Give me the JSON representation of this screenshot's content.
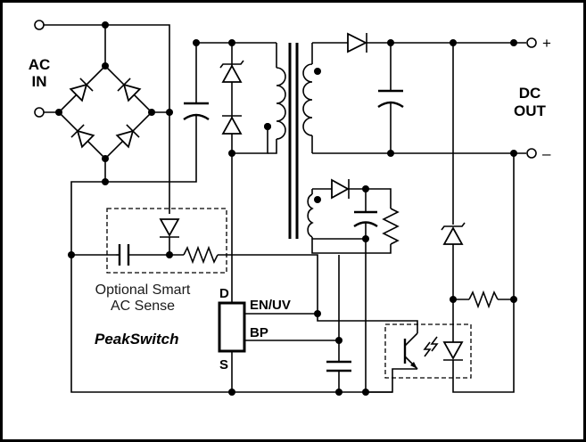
{
  "labels": {
    "ac_in_line1": "AC",
    "ac_in_line2": "IN",
    "dc_out_line1": "DC",
    "dc_out_line2": "OUT",
    "plus": "+",
    "minus": "–",
    "pin_d": "D",
    "pin_s": "S",
    "pin_en_uv": "EN/UV",
    "pin_bp": "BP",
    "brand": "PeakSwitch",
    "optional_line1": "Optional Smart",
    "optional_line2": "AC Sense"
  }
}
